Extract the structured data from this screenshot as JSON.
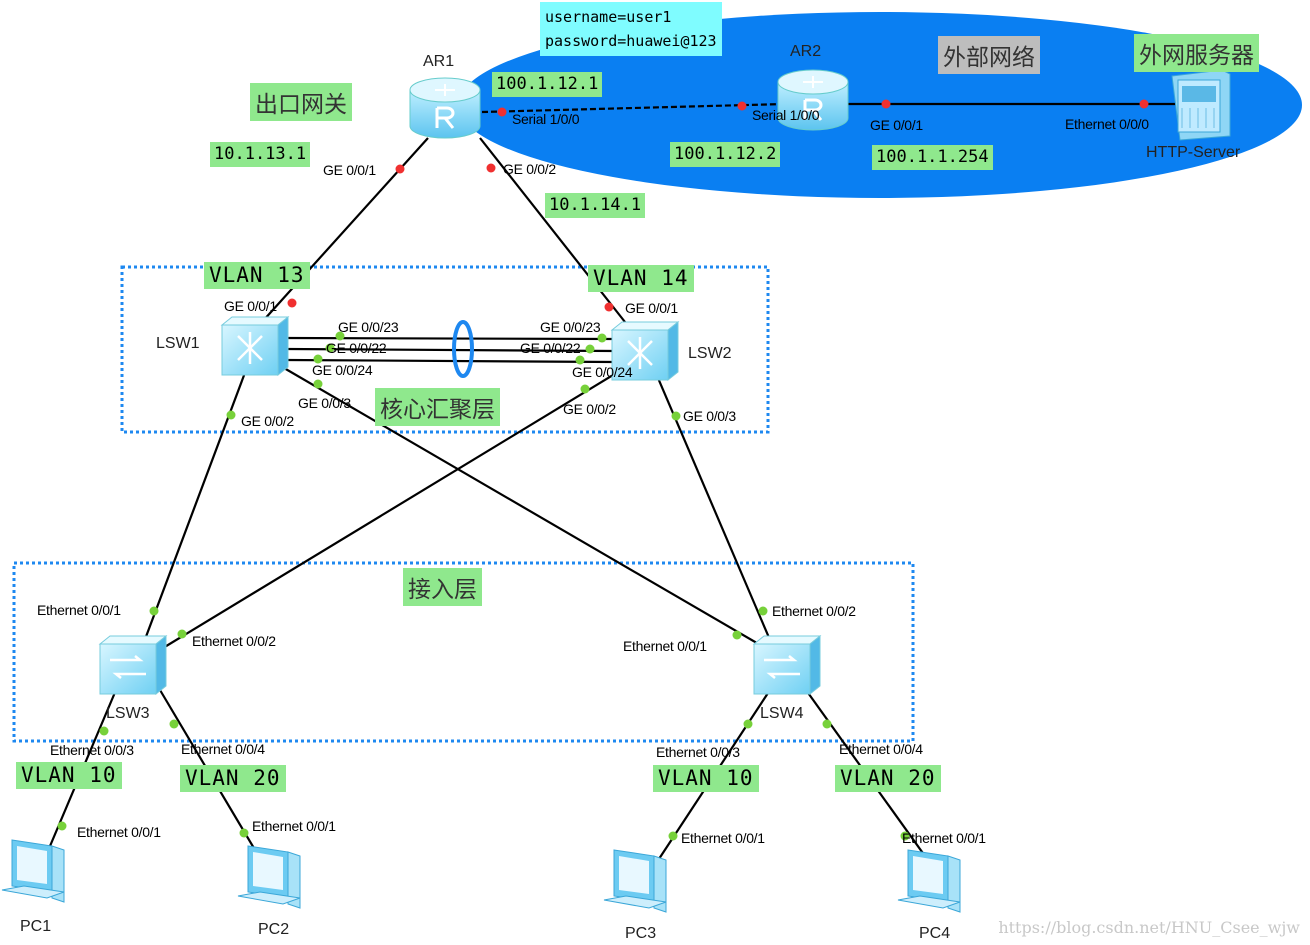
{
  "credentials": {
    "username": "username=user1",
    "password": "password=huawei@123"
  },
  "regions": {
    "external_network": "外部网络",
    "external_server": "外网服务器",
    "egress_gateway": "出口网关",
    "core_layer": "核心汇聚层",
    "access_layer": "接入层"
  },
  "devices": {
    "ar1": "AR1",
    "ar2": "AR2",
    "server": "HTTP-Server",
    "lsw1": "LSW1",
    "lsw2": "LSW2",
    "lsw3": "LSW3",
    "lsw4": "LSW4",
    "pc1": "PC1",
    "pc2": "PC2",
    "pc3": "PC3",
    "pc4": "PC4"
  },
  "addresses": {
    "ar1_serial": "100.1.12.1",
    "ar2_serial": "100.1.12.2",
    "ar2_ge": "100.1.1.254",
    "ar1_ge1": "10.1.13.1",
    "ar1_ge2": "10.1.14.1"
  },
  "vlans": {
    "lsw1_uplink": "VLAN 13",
    "lsw2_uplink": "VLAN 14",
    "pc1": "VLAN 10",
    "pc2": "VLAN 20",
    "pc3": "VLAN 10",
    "pc4": "VLAN 20"
  },
  "ports": {
    "ar1_serial": "Serial 1/0/0",
    "ar2_serial": "Serial 1/0/0",
    "ar2_ge": "GE 0/0/1",
    "server_eth": "Ethernet 0/0/0",
    "ar1_ge1": "GE 0/0/1",
    "ar1_ge2": "GE 0/0/2",
    "lsw1_ge1": "GE 0/0/1",
    "lsw2_ge1": "GE 0/0/1",
    "lsw1_ge23": "GE 0/0/23",
    "lsw1_ge22": "GE 0/0/22",
    "lsw1_ge24": "GE 0/0/24",
    "lsw2_ge23": "GE 0/0/23",
    "lsw2_ge22": "GE 0/0/22",
    "lsw2_ge24": "GE 0/0/24",
    "lsw1_ge3": "GE 0/0/3",
    "lsw1_ge2": "GE 0/0/2",
    "lsw2_ge2": "GE 0/0/2",
    "lsw2_ge3": "GE 0/0/3",
    "lsw3_e1": "Ethernet 0/0/1",
    "lsw3_e2": "Ethernet 0/0/2",
    "lsw3_e3": "Ethernet 0/0/3",
    "lsw3_e4": "Ethernet 0/0/4",
    "lsw4_e1": "Ethernet 0/0/1",
    "lsw4_e2": "Ethernet 0/0/2",
    "lsw4_e3": "Ethernet 0/0/3",
    "lsw4_e4": "Ethernet 0/0/4",
    "pc1_e1": "Ethernet 0/0/1",
    "pc2_e1": "Ethernet 0/0/1",
    "pc3_e1": "Ethernet 0/0/1",
    "pc4_e1": "Ethernet 0/0/1"
  },
  "watermark": "https://blog.csdn.net/HNU_Csee_wjw",
  "colors": {
    "external_cloud": "#0a7ff2",
    "label_bg": "#8fe88d",
    "credential_bg": "#7ffcff",
    "port_down": "#f03030",
    "port_up": "#77d13a",
    "group_border": "#1e88f0"
  }
}
